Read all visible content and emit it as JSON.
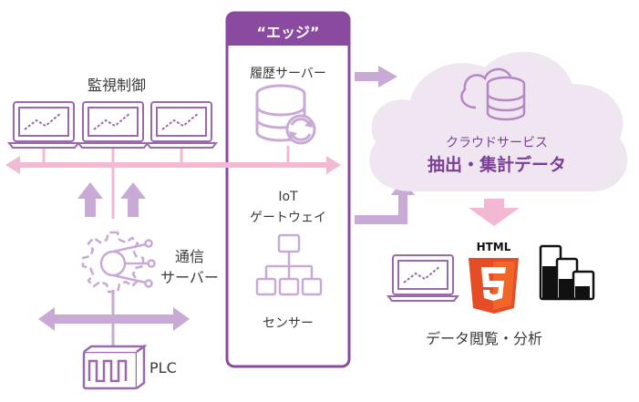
{
  "edge": {
    "header": "“エッジ”"
  },
  "monitoring": {
    "label": "監視制御"
  },
  "history_server": {
    "label": "履歴サーバー"
  },
  "iot_gateway": {
    "label_line1": "IoT",
    "label_line2": "ゲートウェイ"
  },
  "sensor": {
    "label": "センサー"
  },
  "comm_server": {
    "label_line1": "通信",
    "label_line2": "サーバー"
  },
  "plc": {
    "label": "PLC"
  },
  "cloud": {
    "title": "クラウドサービス",
    "subtitle": "抽出・集計データ"
  },
  "analysis": {
    "label": "データ閲覧・分析",
    "html_badge": "HTML"
  },
  "colors": {
    "purple": "#8a4aa0",
    "light_purple": "#c9a9d6",
    "pink": "#f2b8d4",
    "cloud_fill": "#efe6f2",
    "icon_line": "#9a6aac",
    "html_orange": "#e44d26",
    "html_orange_light": "#f16529"
  }
}
